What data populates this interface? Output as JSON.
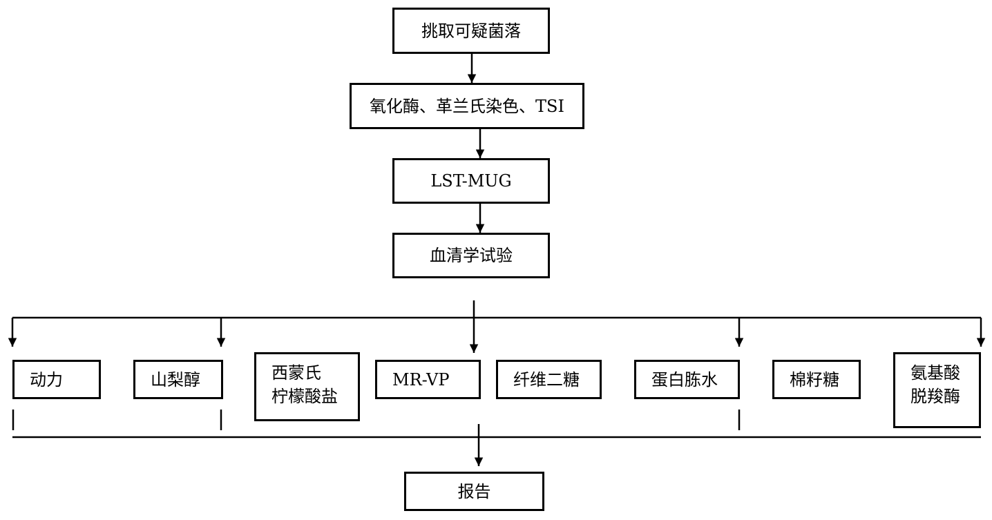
{
  "steps": {
    "pick": "挑取可疑菌落",
    "screen": "氧化酶、革兰氏染色、TSI",
    "lst": "LST-MUG",
    "serology": "血清学试验",
    "report": "报告"
  },
  "tests": {
    "motility": "动力",
    "sorbitol": "山梨醇",
    "citrate_line1": "西蒙氏",
    "citrate_line2": "柠檬酸盐",
    "mrvp": "MR-VP",
    "cellobiose": "纤维二糖",
    "peptone": "蛋白胨水",
    "raffinose": "棉籽糖",
    "lysine_line1": "氨基酸",
    "lysine_line2": "脱羧酶"
  }
}
